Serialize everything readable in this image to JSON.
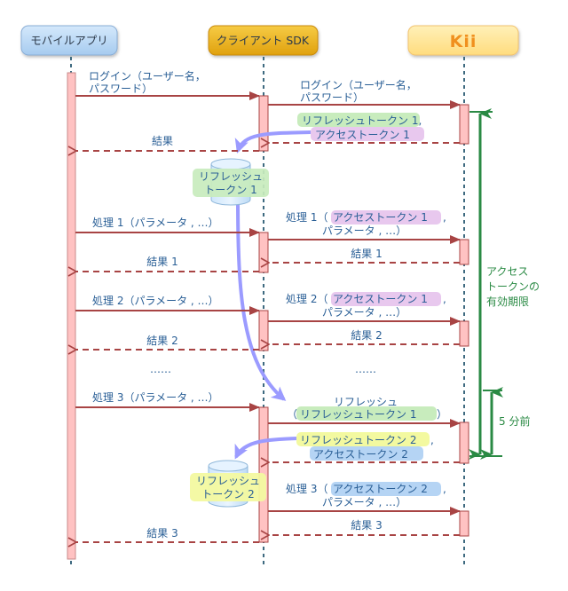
{
  "participants": [
    {
      "id": "app",
      "label": "モバイルアプリ",
      "fill_top": "#d4e8fb",
      "fill_bottom": "#a6cbef",
      "stroke": "#8aaed6"
    },
    {
      "id": "sdk",
      "label": "クライアント SDK",
      "fill_top": "#f6cb45",
      "fill_bottom": "#e0a10e",
      "stroke": "#c98a0a"
    },
    {
      "id": "kii",
      "label": "Kii",
      "fill_top": "#fff0b8",
      "fill_bottom": "#ffdc7e",
      "stroke": "#f2c370"
    }
  ],
  "colors": {
    "lifeline": "#3e6a80",
    "message": "#a84444",
    "activation_fill": "#ffc2c2",
    "activation_stroke": "#a84444",
    "text": "#2a5f96",
    "refresh_arrow": "#9b9bff",
    "expiry": "#2a8a44",
    "hl_green": "#c8ecbd",
    "hl_purple": "#e8c8ee",
    "hl_yellow": "#f3f9a0",
    "hl_blue": "#b5d4f4",
    "db_top": "#e6f3ff",
    "db_body": "#c9e2f8",
    "db_stroke": "#8fb7da"
  },
  "messages": {
    "login_app": [
      "ログイン（ユーザー名，",
      "パスワード）"
    ],
    "login_sdk": [
      "ログイン（ユーザー名，",
      "パスワード）"
    ],
    "login_reply_1": "リフレッシュトークン 1,",
    "login_reply_2": "アクセストークン 1",
    "result": "結果",
    "op1_app": "処理 1（パラメータ , …）",
    "op1_sdk_prefix": "処理 1（",
    "op1_sdk_token": "アクセストークン 1",
    "op1_sdk_suffix": ",",
    "op1_sdk_line2": "パラメータ , …）",
    "result1_kii": "結果 1",
    "result1_app": "結果 1",
    "op2_app": "処理 2（パラメータ , …）",
    "op2_sdk_prefix": "処理 2（",
    "op2_sdk_token": "アクセストークン 1",
    "op2_sdk_suffix": ",",
    "op2_sdk_line2": "パラメータ , …）",
    "result2_kii": "結果 2",
    "result2_app": "結果 2",
    "ellipsis_left": "……",
    "ellipsis_right": "……",
    "op3_app": "処理 3（パラメータ , …）",
    "refresh_line1": "リフレッシュ",
    "refresh_open": "（",
    "refresh_token": "リフレッシュトークン 1",
    "refresh_close": "）",
    "refresh_reply_1": "リフレッシュトークン 2",
    "refresh_reply_1_suffix": ",",
    "refresh_reply_2": "アクセストークン 2",
    "op3_sdk_prefix": "処理 3（",
    "op3_sdk_token": "アクセストークン 2",
    "op3_sdk_suffix": ",",
    "op3_sdk_line2": "パラメータ , …）",
    "result3_kii": "結果 3",
    "result3_app": "結果 3"
  },
  "storage": [
    {
      "line1": "リフレッシュ",
      "line2": "トークン 1"
    },
    {
      "line1": "リフレッシュ",
      "line2": "トークン 2"
    }
  ],
  "annotations": {
    "expiry_line1": "アクセス",
    "expiry_line2": "トークンの",
    "expiry_line3": "有効期限",
    "before_label": "5 分前"
  }
}
